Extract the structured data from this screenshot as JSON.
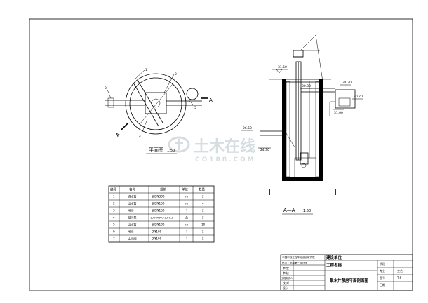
{
  "plan_view": {
    "label_A": "A",
    "label_A_lower": "A",
    "title": "平面图",
    "scale": "1:50",
    "callouts": [
      "1",
      "2",
      "3",
      "4",
      "5"
    ]
  },
  "section_view": {
    "title": "A—A",
    "scale": "1:50",
    "elevations": [
      "31.50",
      "31.30",
      "30.80",
      "30.70",
      "31.00",
      "26.50",
      "24.30"
    ]
  },
  "watermark": {
    "text_cn": "土木在线",
    "text_en": "CO188.COM"
  },
  "material_table": {
    "headers": [
      "编号",
      "名称",
      "规格",
      "单位",
      "数量"
    ],
    "rows": [
      [
        "1",
        "进水管",
        "钢DN300",
        "m",
        "2"
      ],
      [
        "2",
        "出水管",
        "钢DN150",
        "m",
        "4"
      ],
      [
        "3",
        "闸阀",
        "钢DN150",
        "个",
        "2"
      ],
      [
        "4",
        "潜污泵",
        "100WQ40-15-7.5",
        "台",
        "2"
      ],
      [
        "5",
        "出水管",
        "钢DN100",
        "m",
        "10"
      ],
      [
        "6",
        "闸阀",
        "DN100",
        "个",
        "2"
      ],
      [
        "7",
        "止回阀",
        "DN100",
        "个",
        "2"
      ]
    ]
  },
  "title_block": {
    "company_line1": "中国市政工程华北设计研究院",
    "company_line2": "化学工业部第三设计院",
    "construction_unit": "建设单位",
    "project_name": "工程名称",
    "drawing_title": "集水井泵房平面剖面图",
    "row_labels": [
      "审 定",
      "审 核",
      "工程负责人",
      "校 对",
      "设 计"
    ],
    "right_labels": [
      "阶段",
      "专业",
      "图号",
      "日期"
    ],
    "right_values": [
      "",
      "工艺",
      "T-5",
      ""
    ]
  }
}
